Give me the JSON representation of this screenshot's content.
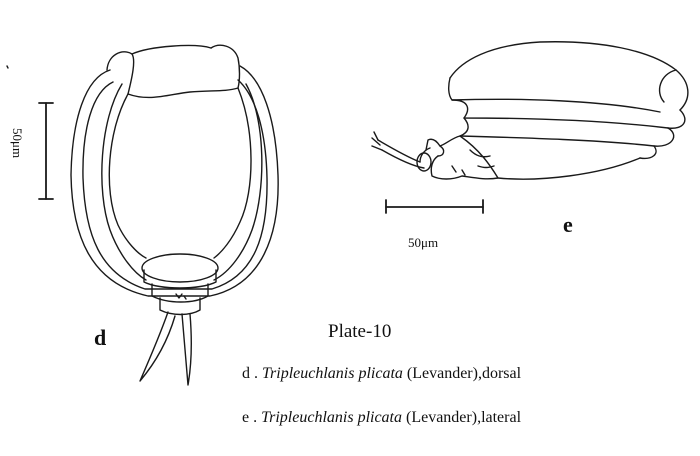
{
  "figure_d": {
    "letter": "d",
    "scale_label": "50μm"
  },
  "figure_e": {
    "letter": "e",
    "scale_label": "50μm"
  },
  "plate_title": "Plate-10",
  "captions": [
    {
      "prefix": "d . ",
      "species": "Tripleuchlanis plicata",
      "suffix": " (Levander),dorsal"
    },
    {
      "prefix": "e . ",
      "species": "Tripleuchlanis plicata",
      "suffix": " (Levander),lateral"
    }
  ]
}
